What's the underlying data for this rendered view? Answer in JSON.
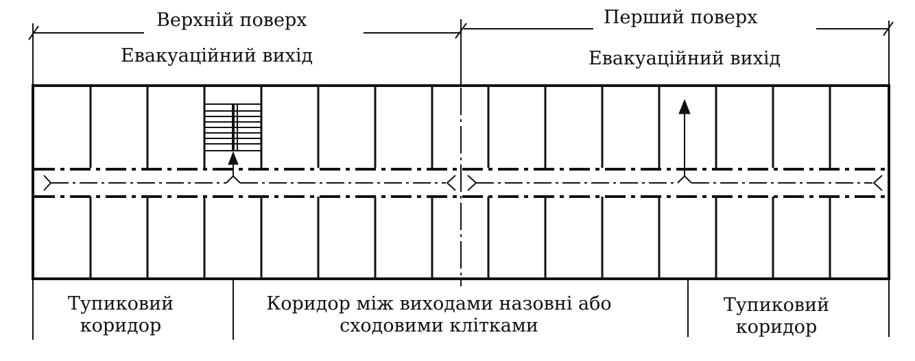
{
  "diagram": {
    "top_left_label": "Верхній поверх",
    "top_right_label": "Перший поверх",
    "exit_left_label": "Евакуаційний вихід",
    "exit_right_label": "Евакуаційний вихід",
    "bottom_left_line1": "Тупиковий",
    "bottom_left_line2": "коридор",
    "bottom_middle_line1": "Коридор між виходами назовні  або",
    "bottom_middle_line2": "сходовими клітками",
    "bottom_right_line1": "Тупиковий",
    "bottom_right_line2": "коридор"
  },
  "colors": {
    "line": "#111111",
    "background": "#ffffff"
  }
}
